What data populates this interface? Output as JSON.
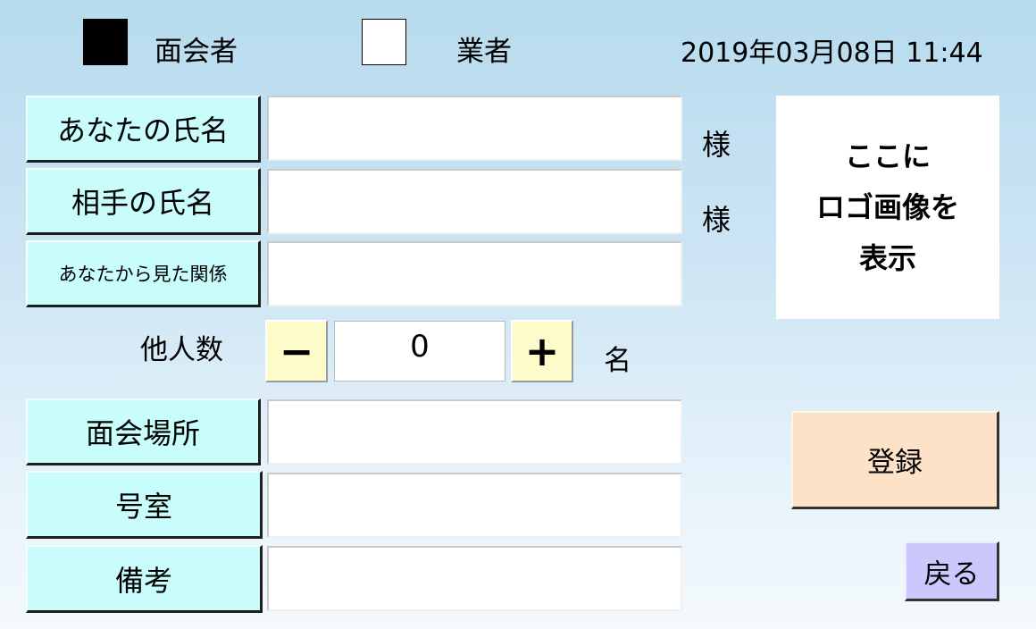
{
  "visitor_type": {
    "meeting": {
      "label": "面会者",
      "checked": true
    },
    "vendor": {
      "label": "業者",
      "checked": false
    }
  },
  "datetime": "2019年03月08日 11:44",
  "fields": {
    "your_name": {
      "label": "あなたの氏名",
      "value": "",
      "suffix": "様"
    },
    "other_name": {
      "label": "相手の氏名",
      "value": "",
      "suffix": "様"
    },
    "relationship": {
      "label": "あなたから見た関係",
      "value": ""
    },
    "meeting_place": {
      "label": "面会場所",
      "value": ""
    },
    "room": {
      "label": "号室",
      "value": ""
    },
    "notes": {
      "label": "備考",
      "value": ""
    }
  },
  "other_count": {
    "label": "他人数",
    "minus": "−",
    "value": "0",
    "plus": "+",
    "unit": "名"
  },
  "logo_placeholder": "ここに\nロゴ画像を\n表示",
  "buttons": {
    "register": "登録",
    "back": "戻る"
  },
  "colors": {
    "label_bg": "#c8fdfc",
    "stepper_bg": "#fdfbc9",
    "register_bg": "#fde2c8",
    "back_bg": "#cac8fc"
  }
}
